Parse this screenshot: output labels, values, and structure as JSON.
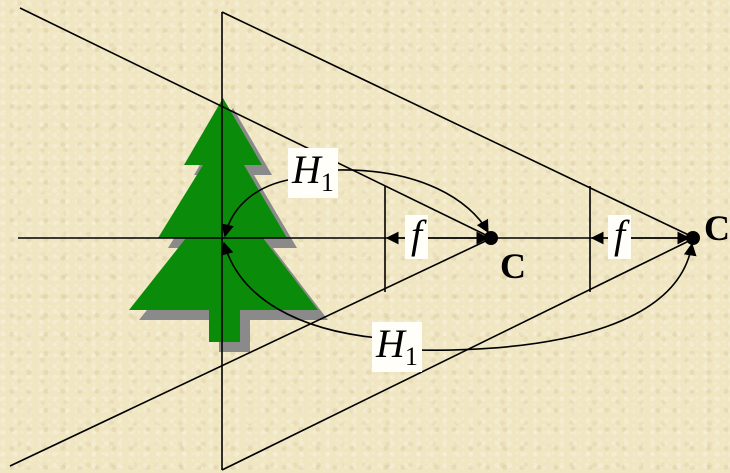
{
  "colors": {
    "background": "#f0e6c2",
    "tree": "#0a8c0a",
    "tree_shadow": "#8a8a8a",
    "line": "#000000"
  },
  "labels": {
    "focal_left": "f",
    "focal_right": "f",
    "principal_top": {
      "main": "H",
      "sub": "1"
    },
    "principal_bottom": {
      "main": "H",
      "sub": "1"
    },
    "center_left": "C",
    "center_right": "C"
  }
}
